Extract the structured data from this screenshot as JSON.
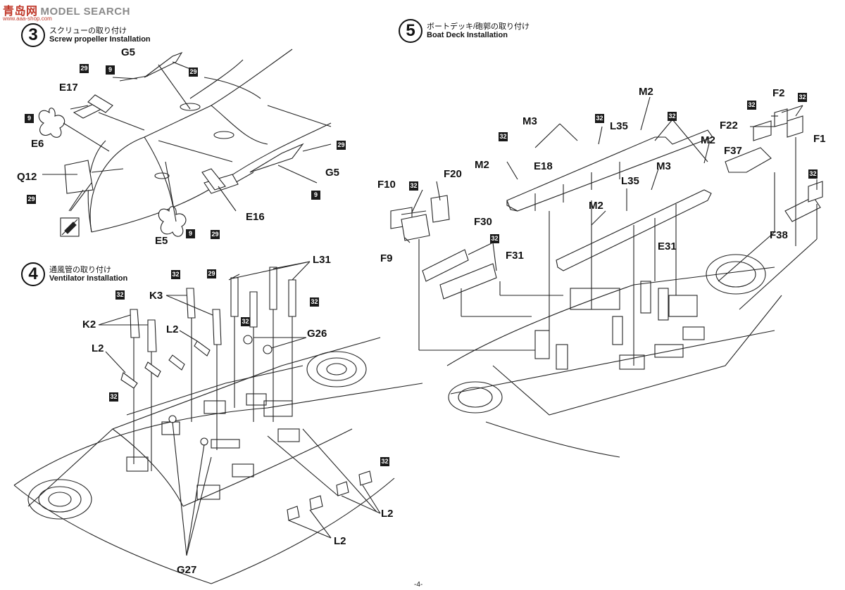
{
  "watermark": {
    "logo_text": "MODEL SEARCH",
    "logo_cn": "青岛网",
    "url": "www.aaa-shop.com"
  },
  "steps": [
    {
      "number": "3",
      "title_jp": "スクリューの取り付け",
      "title_en": "Screw propeller Installation"
    },
    {
      "number": "4",
      "title_jp": "通風管の取り付け",
      "title_en": "Ventilator Installation"
    },
    {
      "number": "5",
      "title_jp": "ボートデッキ/砲郭の取り付け",
      "title_en": "Boat Deck Installation"
    }
  ],
  "parts": {
    "g5": "G5",
    "e17": "E17",
    "e6": "E6",
    "q12": "Q12",
    "e16": "E16",
    "e5": "E5",
    "l31": "L31",
    "k3": "K3",
    "k2": "K2",
    "l2": "L2",
    "g26": "G26",
    "g27": "G27",
    "m2": "M2",
    "m3": "M3",
    "l35": "L35",
    "e18": "E18",
    "f2": "F2",
    "f22": "F22",
    "f1": "F1",
    "f37": "F37",
    "f10": "F10",
    "f20": "F20",
    "f9": "F9",
    "f30": "F30",
    "f31": "F31",
    "e31": "E31",
    "f38": "F38"
  },
  "badges": {
    "b9": "9",
    "b29": "29",
    "b32": "32"
  },
  "page_number": "-4-",
  "icons": [
    "no-glue-icon"
  ]
}
